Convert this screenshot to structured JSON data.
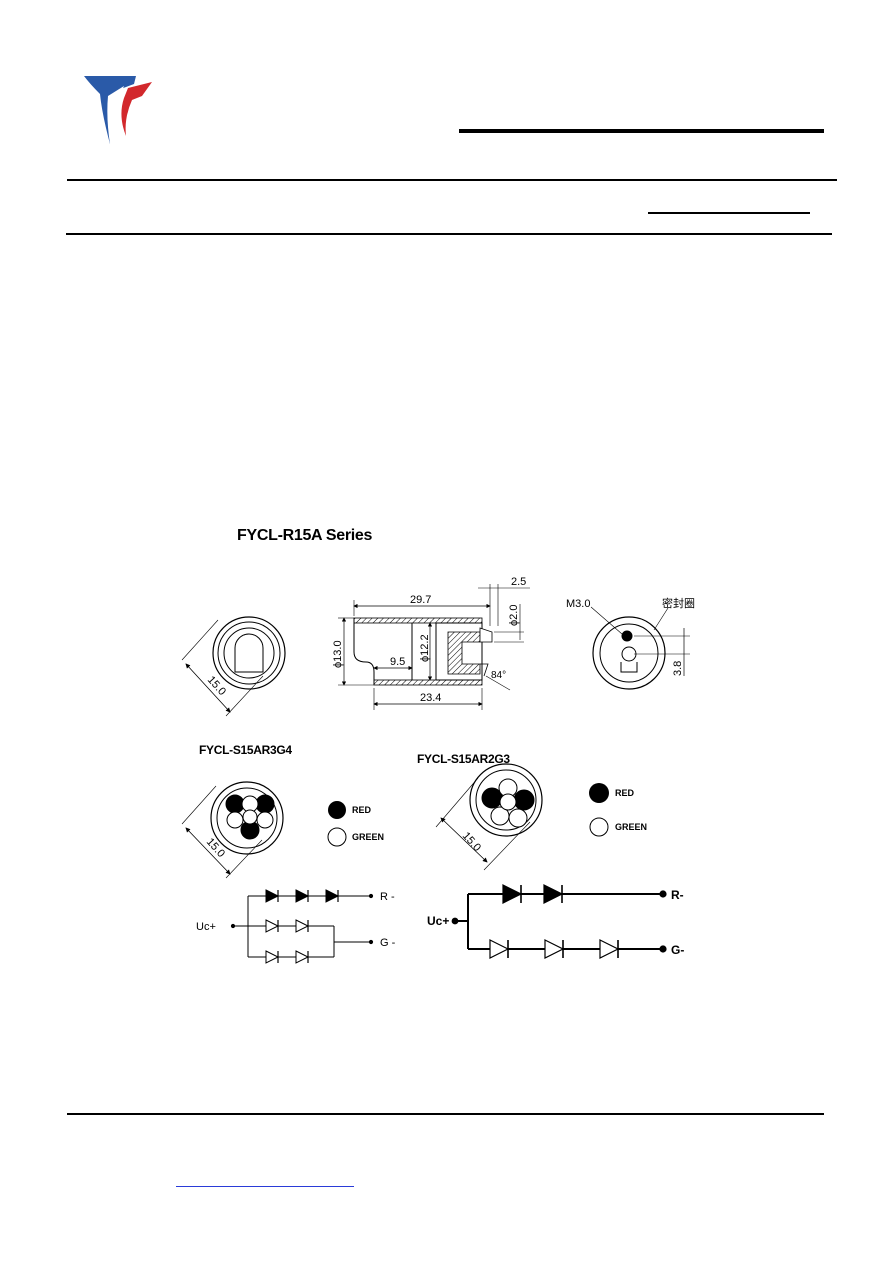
{
  "logo": {
    "icon": "company-logo-icon",
    "blue": "#2a5aa8",
    "red": "#d2282c"
  },
  "drawing": {
    "title": "FYCL-R15A Series",
    "dims": {
      "length_total": "29.7",
      "lens_len": "2.5",
      "lens_dia": "ϕ2.0",
      "body_dia": "ϕ13.0",
      "inner_dia": "ϕ12.2",
      "step_len": "9.5",
      "angle": "84°",
      "body_len": "23.4",
      "face_dia": "15.0",
      "thread": "M3.0",
      "seal": "密封圈",
      "offset": "3.8"
    }
  },
  "variant_a": {
    "title": "FYCL-S15AR3G4",
    "dia": "15.0",
    "legend_red": "RED",
    "legend_green": "GREEN",
    "circuit": {
      "supply": "Uc+",
      "red_out": "R -",
      "green_out": "G -"
    }
  },
  "variant_b": {
    "title": "FYCL-S15AR2G3",
    "dia": "15.0",
    "legend_red": "RED",
    "legend_green": "GREEN",
    "circuit": {
      "supply": "Uc+",
      "red_out": "R-",
      "green_out": "G-"
    }
  }
}
